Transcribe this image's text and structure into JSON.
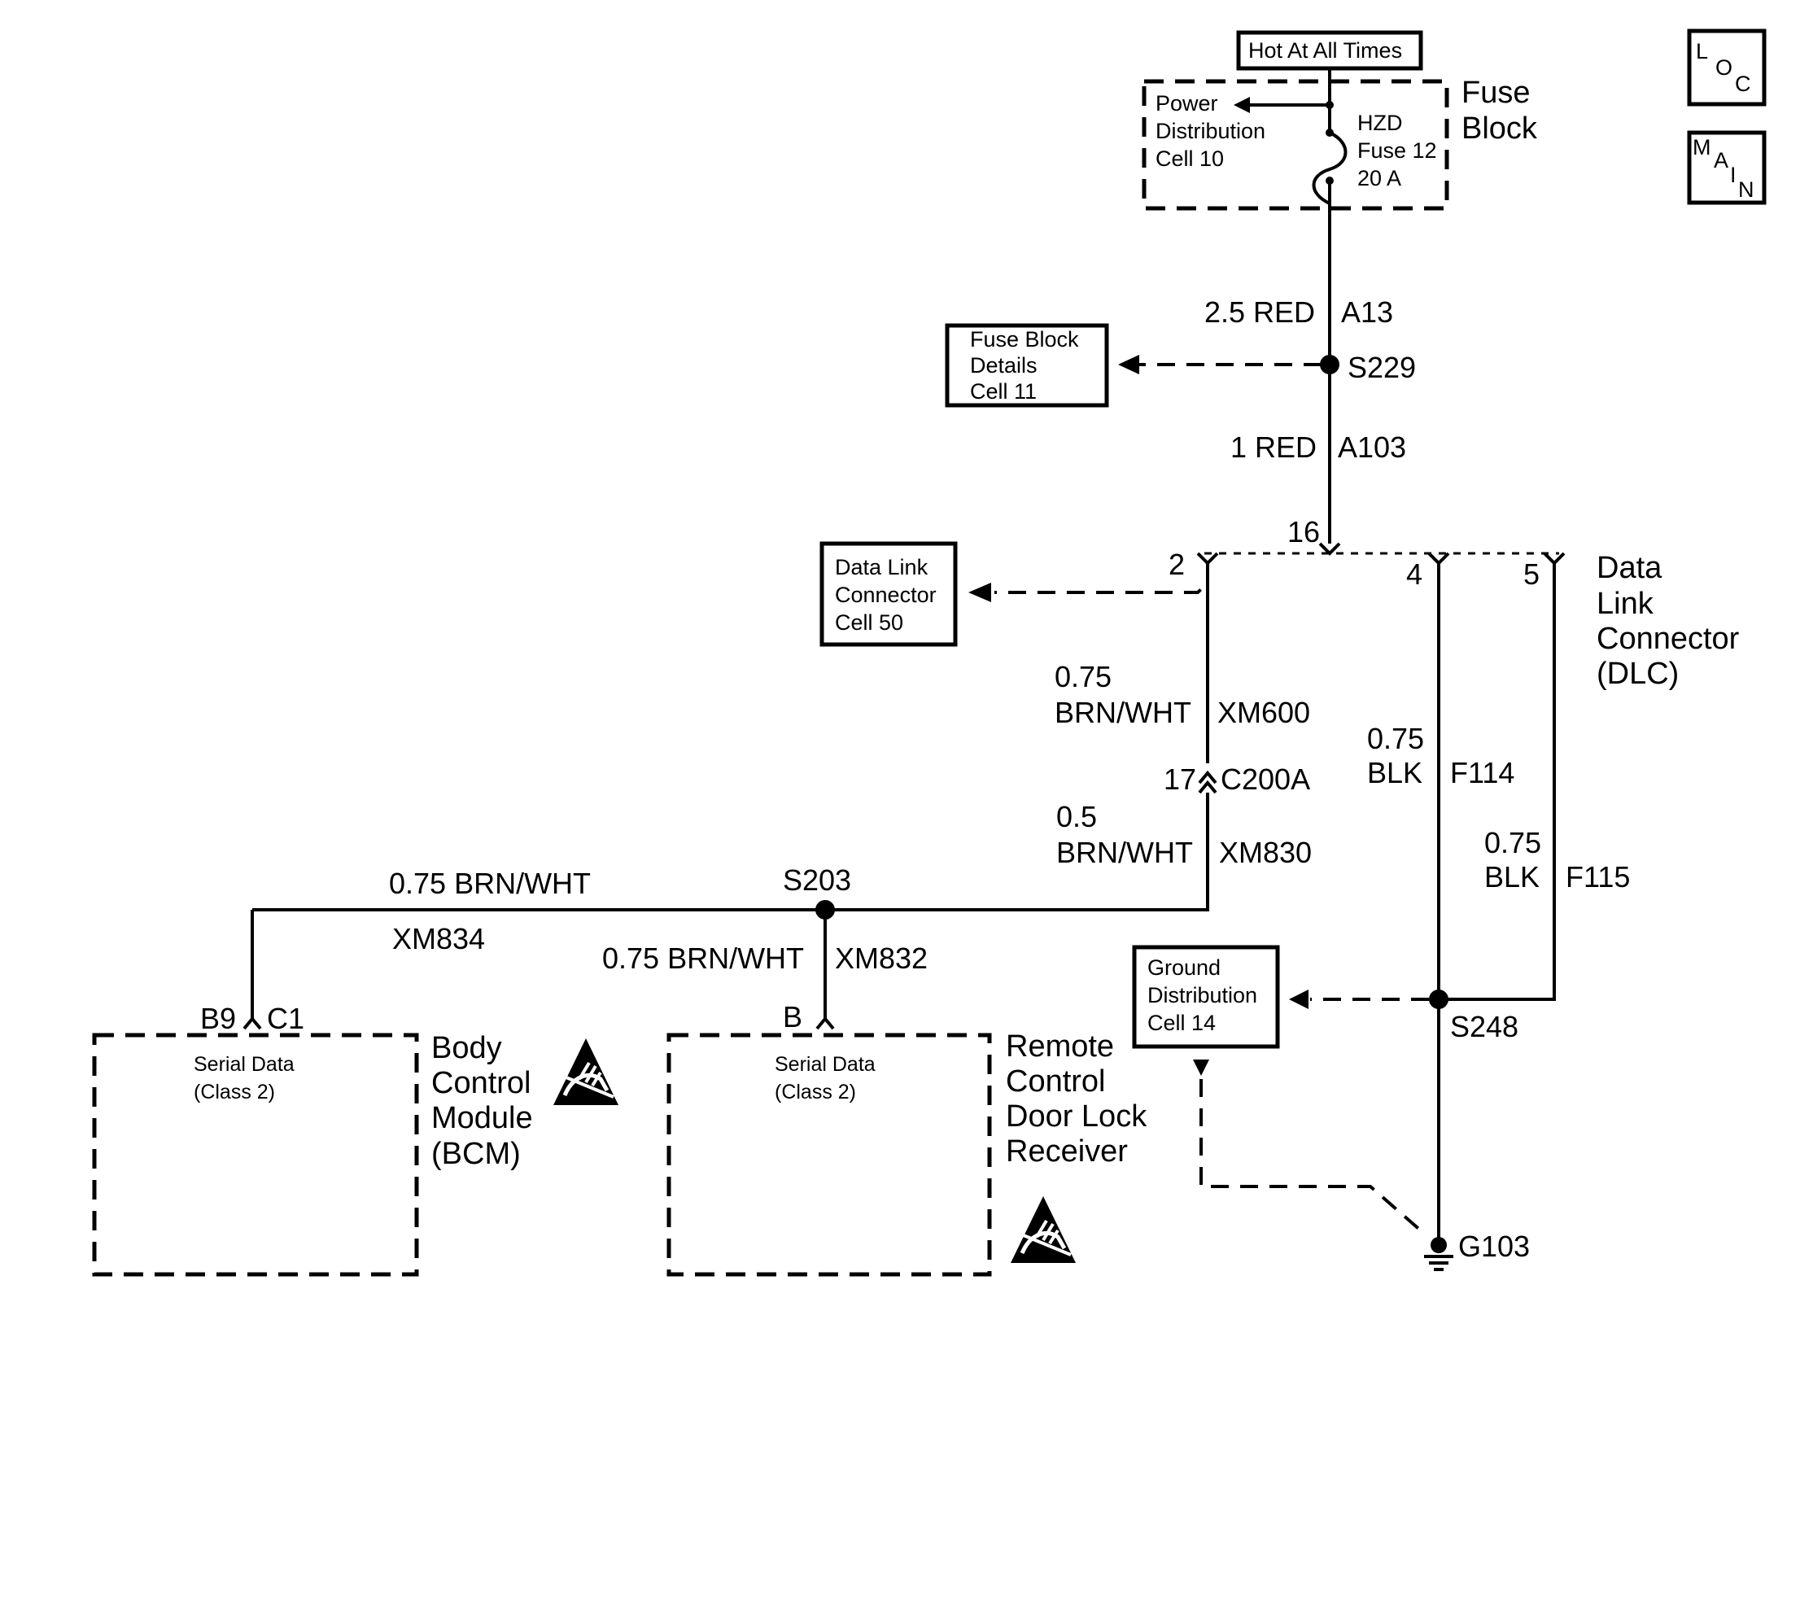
{
  "nav": {
    "loc": [
      "L",
      "O",
      "C"
    ],
    "main": [
      "M",
      "A",
      "I",
      "N"
    ]
  },
  "fuse_block": {
    "hot_label": "Hot At All Times",
    "title": [
      "Fuse",
      "Block"
    ],
    "power_ref": [
      "Power",
      "Distribution",
      "Cell 10"
    ],
    "fuse": [
      "HZD",
      "Fuse 12",
      "20 A"
    ]
  },
  "wires": {
    "a13_gauge": "2.5 RED",
    "a13_circuit": "A13",
    "a103_gauge": "1 RED",
    "a103_circuit": "A103",
    "xm600_gauge": [
      "0.75",
      "BRN/WHT"
    ],
    "xm600_circuit": "XM600",
    "xm830_gauge": [
      "0.5",
      "BRN/WHT"
    ],
    "xm830_circuit": "XM830",
    "xm834_gauge": "0.75 BRN/WHT",
    "xm834_circuit": "XM834",
    "xm832_gauge": "0.75 BRN/WHT",
    "xm832_circuit": "XM832",
    "f114_gauge": [
      "0.75",
      "BLK"
    ],
    "f114_circuit": "F114",
    "f115_gauge": [
      "0.75",
      "BLK"
    ],
    "f115_circuit": "F115"
  },
  "splices": {
    "s229": "S229",
    "s203": "S203",
    "s248": "S248",
    "g103": "G103"
  },
  "connectors": {
    "c200a_pin": "17",
    "c200a": "C200A",
    "bcm_pin": "B9",
    "bcm_conn": "C1",
    "rcdlr_pin": "B"
  },
  "dlc": {
    "title": [
      "Data",
      "Link",
      "Connector",
      "(DLC)"
    ],
    "pin_16": "16",
    "pin_2": "2",
    "pin_4": "4",
    "pin_5": "5"
  },
  "refs": {
    "fuse_block_details": [
      "Fuse Block",
      "Details",
      "Cell 11"
    ],
    "data_link_connector": [
      "Data Link",
      "Connector",
      "Cell 50"
    ],
    "ground_distribution": [
      "Ground",
      "Distribution",
      "Cell 14"
    ]
  },
  "bcm": {
    "serial": [
      "Serial Data",
      "(Class 2)"
    ],
    "title": [
      "Body",
      "Control",
      "Module",
      "(BCM)"
    ]
  },
  "rcdlr": {
    "serial": [
      "Serial Data",
      "(Class 2)"
    ],
    "title": [
      "Remote",
      "Control",
      "Door Lock",
      "Receiver"
    ]
  }
}
